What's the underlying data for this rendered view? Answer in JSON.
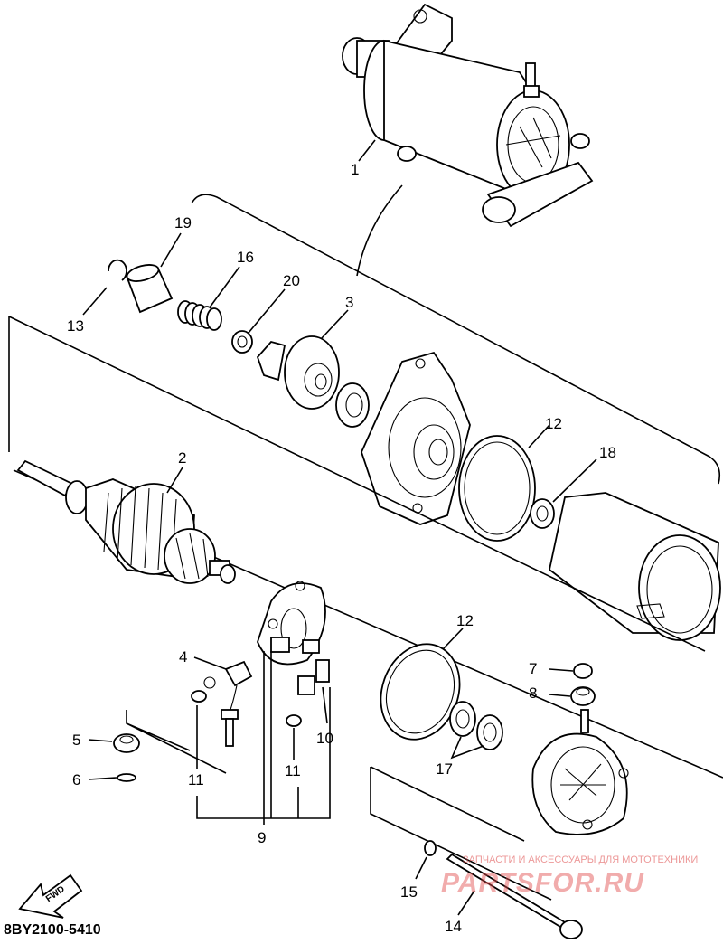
{
  "callouts": {
    "c1": "1",
    "c2": "2",
    "c3": "3",
    "c4": "4",
    "c5": "5",
    "c6": "6",
    "c7": "7",
    "c8": "8",
    "c9": "9",
    "c10": "10",
    "c11a": "11",
    "c11b": "11",
    "c12a": "12",
    "c12b": "12",
    "c13": "13",
    "c14": "14",
    "c15": "15",
    "c16": "16",
    "c17": "17",
    "c18": "18",
    "c19": "19",
    "c20": "20"
  },
  "fwd_label": "FWD",
  "diagram_code": "8BY2100-5410",
  "watermark": {
    "tagline": "ЗАПЧАСТИ И АКСЕССУАРЫ ДЛЯ МОТОТЕХНИКИ",
    "logo_text": "PARTSFOR.RU"
  }
}
